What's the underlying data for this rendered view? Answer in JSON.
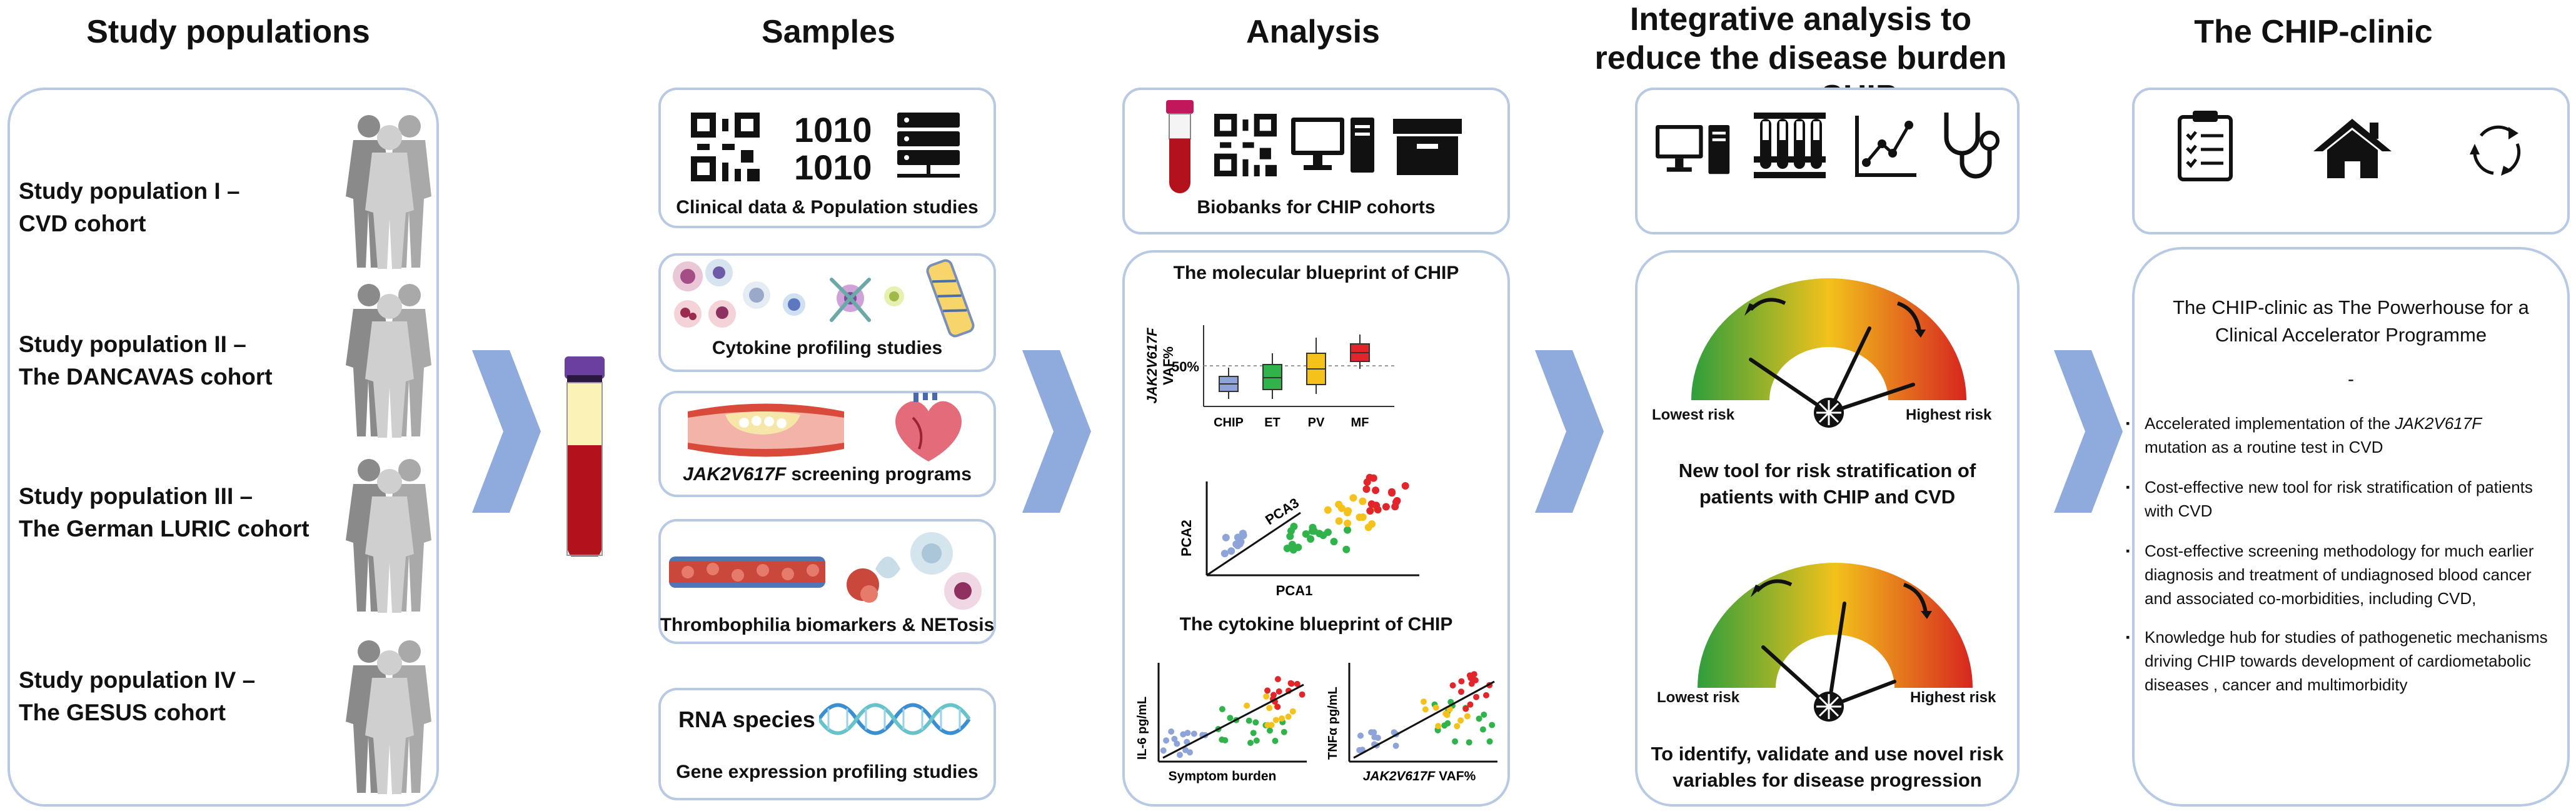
{
  "headers": {
    "study_populations": "Study populations",
    "samples": "Samples",
    "analysis": "Analysis",
    "integrative": "Integrative analysis to reduce the disease burden among CHIP",
    "clinic": "The CHIP-clinic"
  },
  "populations": [
    {
      "line1": "Study population I –",
      "line2": "CVD cohort"
    },
    {
      "line1": "Study population II –",
      "line2": "The DANCAVAS cohort"
    },
    {
      "line1": "Study population III –",
      "line2": "The German LURIC cohort"
    },
    {
      "line1": "Study population IV –",
      "line2": "The GESUS cohort"
    }
  ],
  "samples": {
    "clinical_data": "Clinical data & Population studies",
    "cytokine": "Cytokine profiling studies",
    "jak2_italic": "JAK2V617F",
    "jak2_rest": " screening programs",
    "thrombophilia": "Thrombophilia biomarkers & NETosis",
    "rna_species": "RNA species",
    "gene_expression": "Gene expression profiling studies",
    "binary_top": "1010",
    "binary_bottom": "1010"
  },
  "analysis": {
    "biobanks": "Biobanks for CHIP cohorts",
    "molecular_title": "The molecular blueprint of CHIP",
    "boxplot_ylabel_italic": "JAK2V617F",
    "boxplot_ylabel": "VAF%",
    "boxplot_tick": "50%",
    "groups": [
      "CHIP",
      "ET",
      "PV",
      "MF"
    ],
    "pca2": "PCA2",
    "pca1": "PCA1",
    "pca3": "PCA3",
    "cytokine_title": "The cytokine blueprint of CHIP",
    "il6": "IL-6 pg/mL",
    "symptom": "Symptom burden",
    "tnfa": "TNFα pg/mL",
    "vaf_italic": "JAK2V617F",
    "vaf": " VAF%"
  },
  "integrative": {
    "lowest_risk": "Lowest risk",
    "highest_risk": "Highest risk",
    "tool1_line1": "New tool for risk stratification of",
    "tool1_line2": "patients with CHIP and CVD",
    "tool2_line1": "To identify, validate and use novel risk",
    "tool2_line2": "variables for disease progression"
  },
  "clinic": {
    "title_line1": "The CHIP-clinic as The Powerhouse for a",
    "title_line2": "Clinical Accelerator Programme",
    "dash": "-",
    "b1_pre": "Accelerated implementation of the ",
    "b1_italic": "JAK2V617F",
    "b1_post": "mutation as a routine test in CVD",
    "b2": "Cost-effective new tool for risk stratification of patients with CVD",
    "b3": "Cost-effective screening methodology for much earlier diagnosis and treatment of undiagnosed blood cancer and associated co-morbidities, including CVD,",
    "b4": "Knowledge hub for studies of pathogenetic mechanisms driving CHIP towards development of cardiometabolic diseases , cancer and multimorbidity"
  },
  "chart_data": [
    {
      "type": "box",
      "title": "The molecular blueprint of CHIP",
      "categories": [
        "CHIP",
        "ET",
        "PV",
        "MF"
      ],
      "ylabel": "JAK2V617F VAF%",
      "colors": [
        "#8ea3d8",
        "#2fb34a",
        "#f4c21b",
        "#e2242b"
      ]
    },
    {
      "type": "scatter",
      "xlabel": "PCA1",
      "ylabel": "PCA2",
      "annotation": "PCA3",
      "colors": [
        "#8ea3d8",
        "#2fb34a",
        "#f4c21b",
        "#e2242b"
      ]
    },
    {
      "type": "scatter",
      "title": "The cytokine blueprint of CHIP",
      "xlabel": "Symptom burden",
      "ylabel": "IL-6 pg/mL"
    },
    {
      "type": "scatter",
      "xlabel": "JAK2V617F VAF%",
      "ylabel": "TNFα pg/mL"
    }
  ],
  "colors": {
    "panel_border": "#b7c9e3",
    "chevron": "#8faadc",
    "tube_cap": "#6a3fa0",
    "plasma": "#fbf2b6",
    "blood": "#b3121c"
  }
}
